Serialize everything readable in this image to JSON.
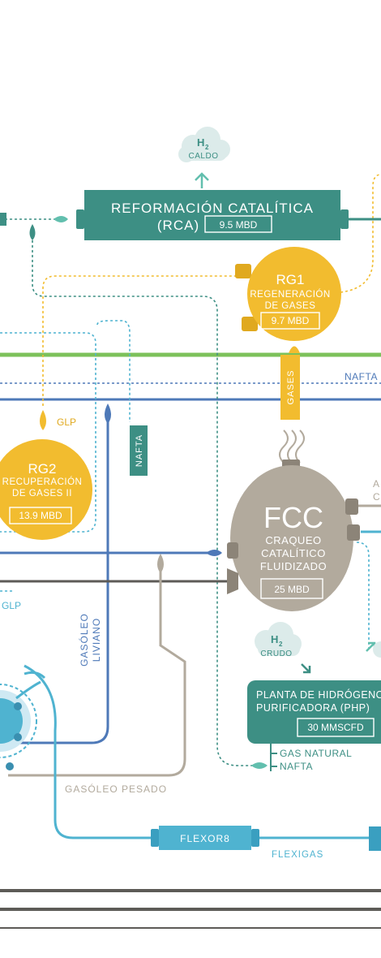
{
  "colors": {
    "teal": "#3d8f84",
    "teal_light": "#62bfae",
    "yellow": "#f2bc2f",
    "blue": "#4e79b8",
    "cyan": "#4fb3d0",
    "taupe": "#b2aa9d",
    "gray_dark": "#5d5b57",
    "green": "#7cc15a",
    "cloud": "#dcebea"
  },
  "clouds": {
    "h2_caldo": {
      "h": "H",
      "sub": "2",
      "label": "CALDO"
    },
    "h2_crudo": {
      "h": "H",
      "sub": "2",
      "label": "CRUDO"
    }
  },
  "units": {
    "rca": {
      "title_1": "REFORMACIÓN CATALÍTICA",
      "title_2": "(RCA)",
      "capacity": "9.5 MBD"
    },
    "rg1": {
      "code": "RG1",
      "name_1": "REGENERACIÓN",
      "name_2": "DE GASES",
      "capacity": "9.7 MBD"
    },
    "rg2": {
      "code": "RG2",
      "name_1": "RECUPERACIÓN",
      "name_2": "DE GASES II",
      "capacity": "13.9 MBD"
    },
    "fcc": {
      "code": "FCC",
      "name_1": "CRAQUEO",
      "name_2": "CATALÍTICO",
      "name_3": "FLUIDIZADO",
      "capacity": "25 MBD"
    },
    "php": {
      "name_1": "PLANTA DE HIDRÓGENO",
      "name_2": "PURIFICADORA (PHP)",
      "capacity": "30 MMSCFD"
    },
    "flexor8": {
      "name": "FLEXOR8"
    }
  },
  "streams": {
    "glp_top": "GLP",
    "glp_left": "GLP",
    "nafta_box": "NAFTA",
    "nafta_right": "NAFTA",
    "gases": "GASES",
    "gasoleo_liviano_1": "GASÓLEO",
    "gasoleo_liviano_2": "LIVIANO",
    "gasoleo_pesado": "GASÓLEO PESADO",
    "gas_natural": "GAS NATURAL",
    "nafta_php": "NAFTA",
    "flexigas": "FLEXIGAS",
    "right_cut_1": "A",
    "right_cut_2": "C"
  }
}
